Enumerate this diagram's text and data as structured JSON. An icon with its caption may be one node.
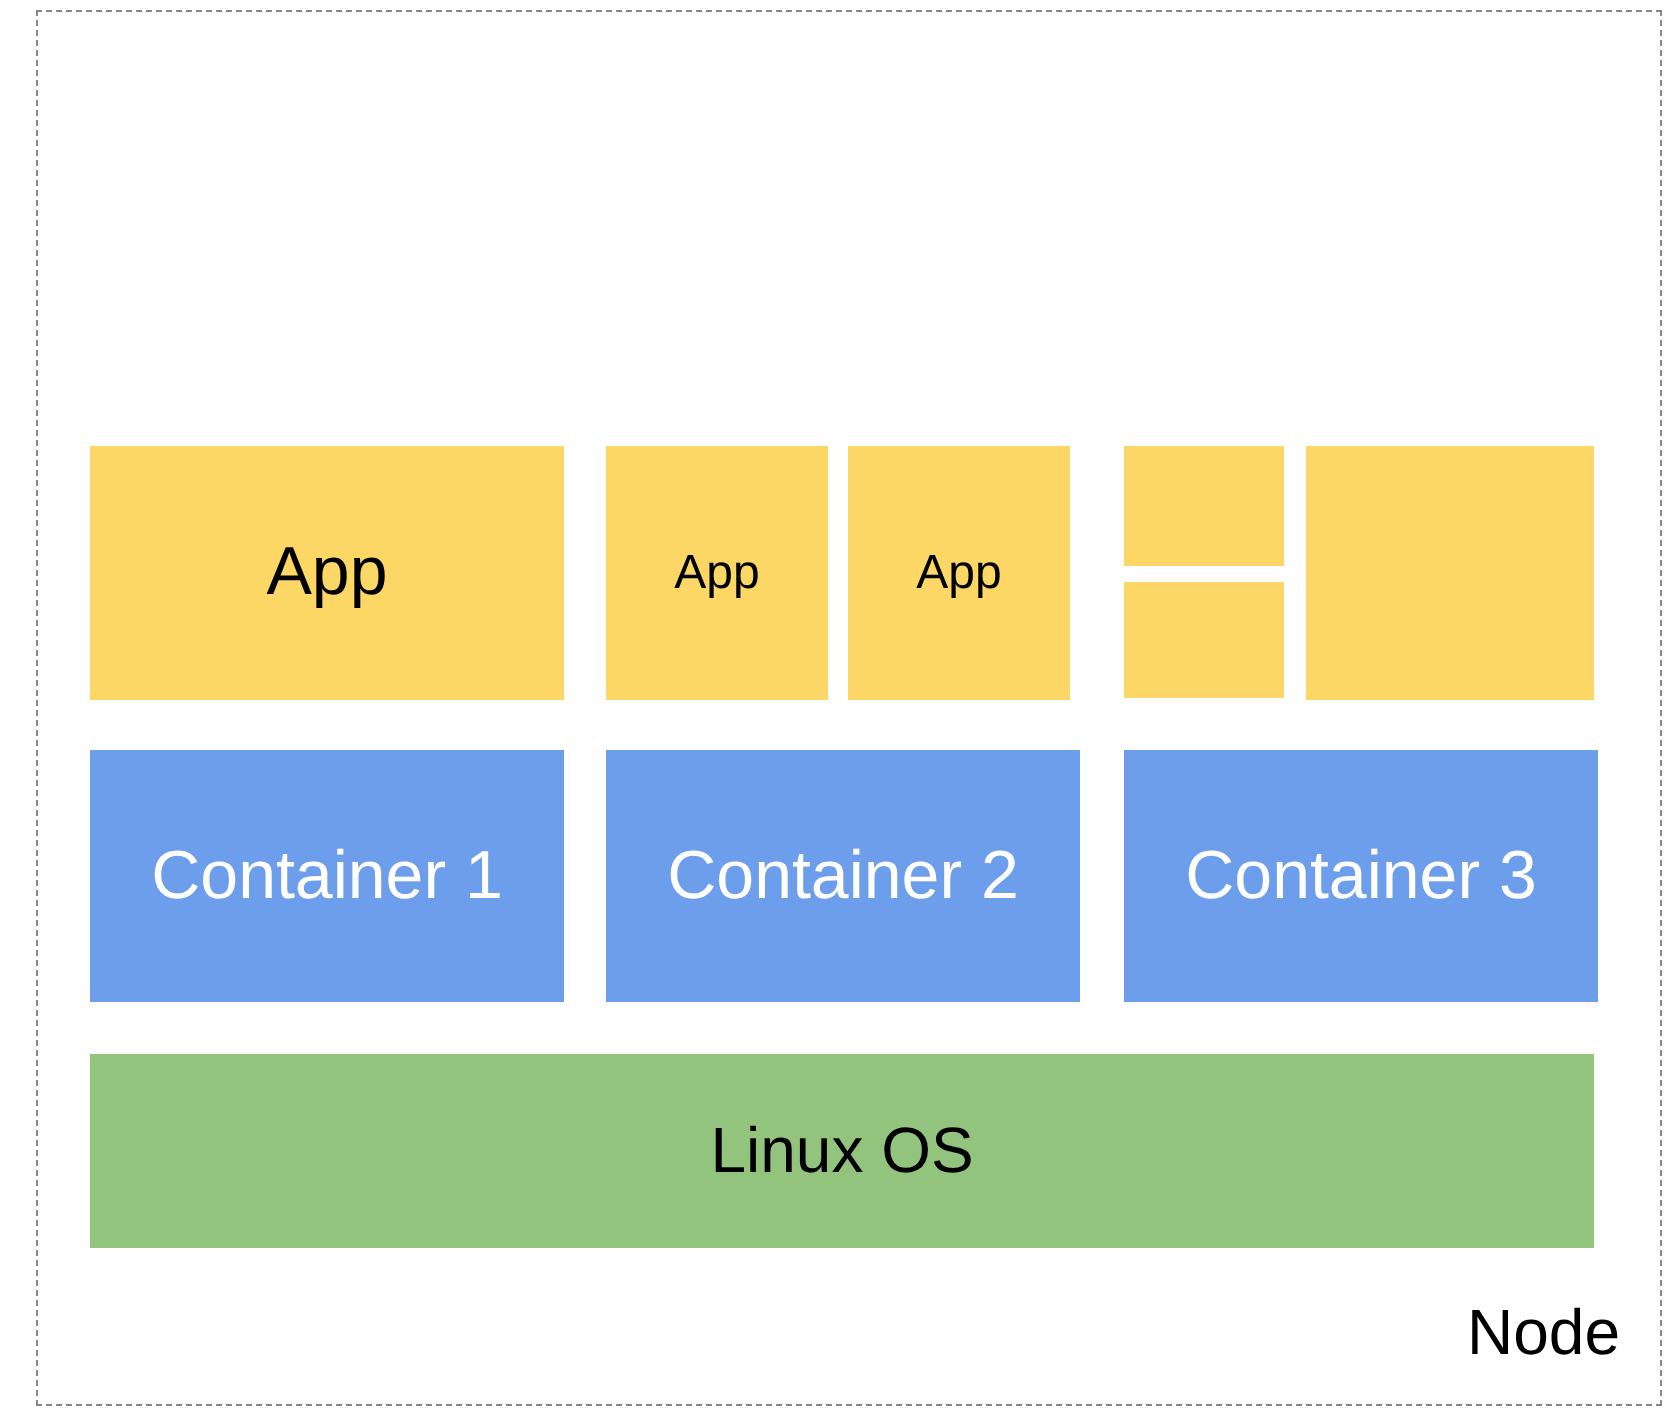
{
  "diagram": {
    "nodes": [
      {
        "text": [
          "Node"
        ]
      },
      {
        "text": [
          "App"
        ],
        "in": 0
      },
      {
        "text": [
          "App"
        ],
        "in": 0
      },
      {
        "text": [
          "App"
        ],
        "in": 0
      },
      {
        "text": [],
        "shape": "box",
        "in": 0
      },
      {
        "text": [],
        "shape": "box",
        "in": 0
      },
      {
        "text": [],
        "shape": "box",
        "in": 0
      },
      {
        "text": [
          "Container 1"
        ],
        "in": 0
      },
      {
        "text": [
          "Container 2"
        ],
        "in": 0
      },
      {
        "text": [
          "Container 3"
        ],
        "in": 0
      },
      {
        "text": [
          "Linux OS"
        ],
        "in": 0
      }
    ]
  }
}
